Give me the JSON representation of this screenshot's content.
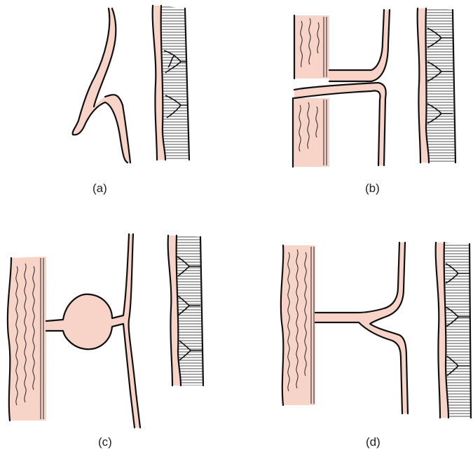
{
  "panels": [
    {
      "id": "a",
      "label": "(a)"
    },
    {
      "id": "b",
      "label": "(b)"
    },
    {
      "id": "c",
      "label": "(c)"
    },
    {
      "id": "d",
      "label": "(d)"
    }
  ],
  "colors": {
    "tissue": "#f8d3c8",
    "outline": "#111111",
    "background": "#ffffff"
  }
}
